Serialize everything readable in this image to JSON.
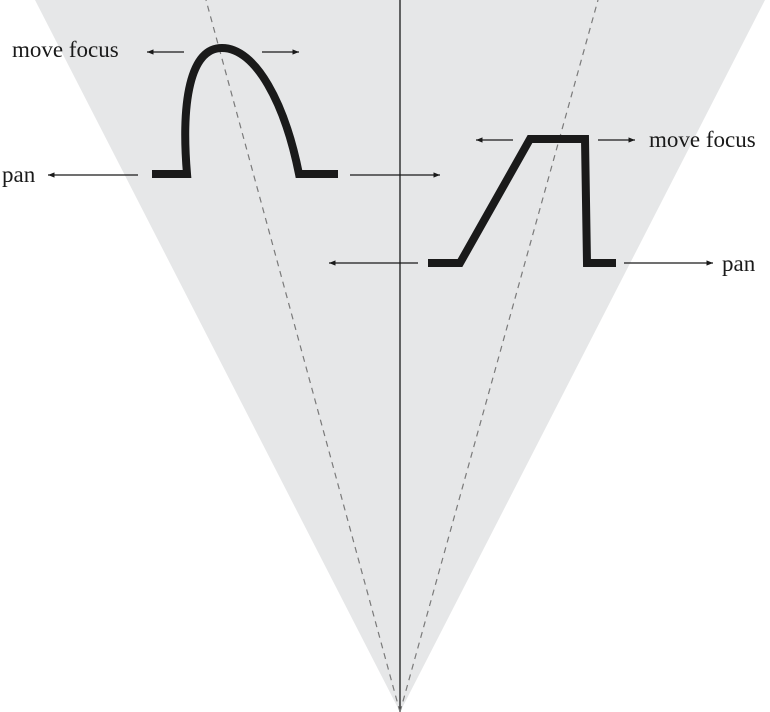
{
  "labels": {
    "left_move_focus": "move focus",
    "left_pan": "pan",
    "right_move_focus": "move focus",
    "right_pan": "pan"
  },
  "colors": {
    "cone_fill": "#e6e7e8",
    "stroke": "#1a1a1a",
    "dashed": "#7a7a7a",
    "background": "#ffffff"
  }
}
